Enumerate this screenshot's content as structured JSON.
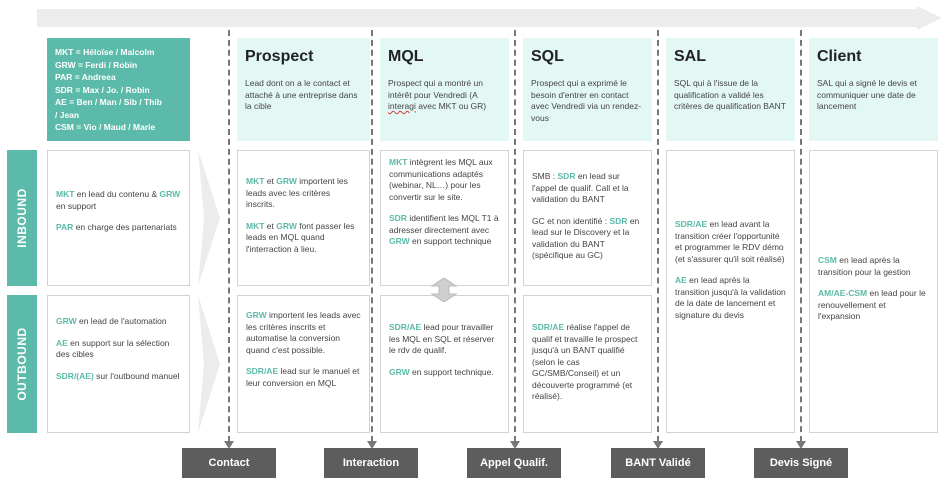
{
  "legend": [
    {
      "k": "MKT",
      "v": " = Héloïse / Malcolm"
    },
    {
      "k": "GRW",
      "v": " = Ferdi / Robin"
    },
    {
      "k": "PAR",
      "v": " = Andreea"
    },
    {
      "k": "SDR",
      "v": " = Max / Jo. / Robin"
    },
    {
      "k": "AE",
      "v": " = Ben / Man / Sib / Thib"
    },
    {
      "k": "",
      "v": "/ Jean"
    },
    {
      "k": "CSM",
      "v": " = Vio / Maud / Marie"
    }
  ],
  "stages": [
    {
      "title": "Prospect",
      "desc": "Lead dont on a le contact et attaché à une entreprise dans la cible"
    },
    {
      "title": "MQL",
      "desc": "Prospect qui a montré un intérêt pour Vendredi (A interagi avec MKT ou GR)"
    },
    {
      "title": "SQL",
      "desc": "Prospect qui a exprimé le besoin d'entrer en contact avec Vendredi via un rendez-vous"
    },
    {
      "title": "SAL",
      "desc": "SQL qui à l'issue de la qualification a validé les critères de qualification BANT"
    },
    {
      "title": "Client",
      "desc": "SAL qui a signé le devis et communiquer une date de lancement"
    }
  ],
  "rows": {
    "inbound": "INBOUND",
    "outbound": "OUTBOUND"
  },
  "cells": {
    "inbound_roles": [
      {
        "hl": "MKT",
        "t": " en lead du contenu & "
      },
      {
        "hl": "GRW",
        "t": " en support"
      },
      {
        "hl": "PAR",
        "t": " en charge des partenariats"
      }
    ],
    "inbound_prospect": [
      {
        "hl": "MKT",
        "t": " et "
      },
      {
        "hl": "GRW",
        "t": " importent les leads avec les critères inscrits."
      },
      {
        "hl": "MKT",
        "t": " et "
      },
      {
        "hl": "GRW",
        "t": " font passer les leads en MQL quand l'interraction à lieu."
      }
    ],
    "inbound_mql": [
      {
        "hl": "MKT",
        "t": " intègrent les MQL aux communications adaptés (webinar, NL…) pour les convertir sur le site."
      },
      {
        "hl": "SDR",
        "t": " identifient les MQL T1 à adresser directement avec "
      },
      {
        "hl": "GRW",
        "t": " en support technique"
      }
    ],
    "inbound_sql": [
      {
        "t1": "SMB : ",
        "hl": "SDR",
        "t": " en lead sur l'appel de qualif. Call et la validation du BANT"
      },
      {
        "t1": "GC et non identifié : ",
        "hl": "SDR",
        "t": " en lead sur le Discovery et la validation du BANT (spécifique au GC)"
      }
    ],
    "outbound_roles": [
      {
        "hl": "GRW",
        "t": " en lead de l'automation"
      },
      {
        "hl": "AE",
        "t": " en support sur la sélection des cibles"
      },
      {
        "hl": "SDR/(AE)",
        "t": " sur l'outbound manuel"
      }
    ],
    "outbound_prospect": [
      {
        "hl": "GRW",
        "t": " importent les leads avec les critères inscrits et automatise la conversion quand c'est possible."
      },
      {
        "hl": "SDR/AE",
        "t": " lead sur le manuel et leur conversion en MQL"
      }
    ],
    "outbound_mql": [
      {
        "hl": "SDR/AE",
        "t": " lead pour travailler les MQL en SQL et réserver le rdv de qualif."
      },
      {
        "hl": "GRW",
        "t": " en support technique."
      }
    ],
    "outbound_sql": [
      {
        "hl": "SDR/AE",
        "t": " réalise l'appel de qualif et travaille le prospect jusqu'à un BANT qualifié (selon le cas GC/SMB/Conseil) et un découverte programmé (et réalisé)."
      }
    ],
    "sal": [
      {
        "hl": "SDR/AE",
        "t": " en lead avant la transition créer l'opportunité et programmer le RDV démo (et s'assurer qu'il soit réalisé)"
      },
      {
        "hl": "AE",
        "t": " en lead après la transition jusqu'à la validation de la date de lancement et signature du devis"
      }
    ],
    "client": [
      {
        "hl": "CSM",
        "t": " en lead après la transition pour la gestion"
      },
      {
        "hl": "AM/AE-CSM",
        "t": " en lead pour le renouvellement et l'expansion"
      }
    ]
  },
  "milestones": [
    "Contact",
    "Interaction",
    "Appel Qualif.",
    "BANT Validé",
    "Devis Signé"
  ],
  "colors": {
    "accent": "#5bbaa9",
    "stage_bg": "#e3f8f5",
    "milestone_bg": "#5d5d5d"
  }
}
